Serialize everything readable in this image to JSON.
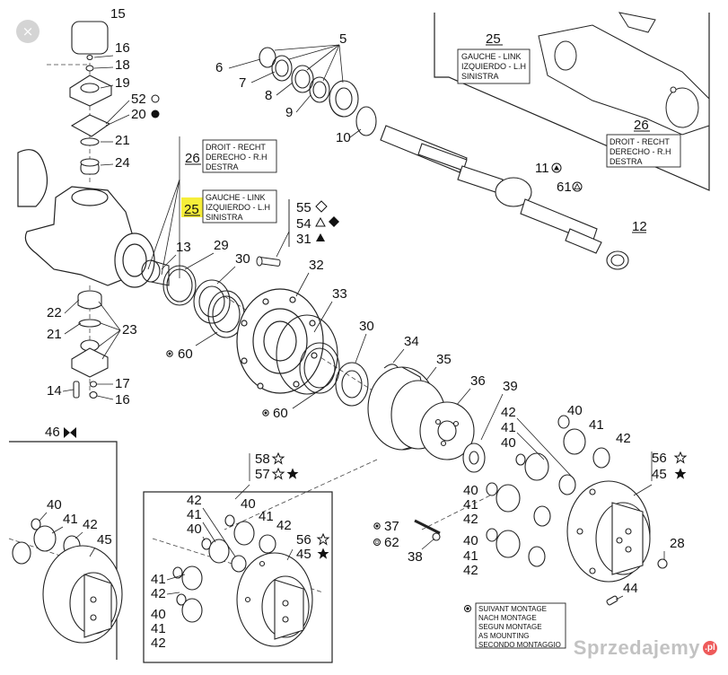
{
  "close_button": {
    "glyph": "×"
  },
  "watermark": {
    "text": "Sprzedajemy",
    "badge": ".pl"
  },
  "colors": {
    "line": "#222222",
    "highlight": "#f6ee3a",
    "watermark": "#8a8a8a",
    "badge": "#ee5a5a"
  },
  "labels": {
    "top_left_stack": {
      "p15": "15",
      "p16a": "16",
      "p18": "18",
      "p19": "19",
      "p52": "52",
      "p20": "20",
      "p21a": "21",
      "p24": "24"
    },
    "axle_inset": {
      "p25": "25",
      "p26": "26"
    },
    "seal_set": {
      "p5": "5",
      "p6": "6",
      "p7": "7",
      "p8": "8",
      "p9": "9",
      "p10": "10"
    },
    "shaft": {
      "p11": "11",
      "p61a": "61",
      "p12": "12"
    },
    "mid_left": {
      "p22": "22",
      "p21b": "21",
      "p23": "23",
      "p14": "14",
      "p17": "17",
      "p16b": "16"
    },
    "mid_center": {
      "p25b": "25",
      "p26b": "26",
      "p55": "55",
      "p54": "54",
      "p31": "31",
      "p13": "13",
      "p29": "29",
      "p30a": "30",
      "p32": "32",
      "p33": "33",
      "p30b": "30",
      "p34": "34",
      "p35": "35",
      "p36": "36",
      "p39": "39",
      "p60a": "60",
      "p60b": "60"
    },
    "right_planetary": {
      "p40a": "40",
      "p41a": "41",
      "p42a": "42",
      "p41b": "41",
      "p40b": "40",
      "p56": "56",
      "p45": "45",
      "p40c": "40",
      "p41c": "41",
      "p42b": "42",
      "p40d": "40",
      "p41d": "41",
      "p42c": "42",
      "p28": "28",
      "p44": "44",
      "p37": "37",
      "p62": "62",
      "p38": "38"
    },
    "bottom_left_box": {
      "p46": "46",
      "p40": "40",
      "p41": "41",
      "p42": "42",
      "p45": "45"
    },
    "bottom_center_box": {
      "p58": "58",
      "p57": "57",
      "p42a": "42",
      "p41a": "41",
      "p40a": "40",
      "p40b": "40",
      "p41b": "41",
      "p42b": "42",
      "p56": "56",
      "p45": "45",
      "p41c": "41",
      "p42c": "42",
      "p40c": "40",
      "p41d": "41",
      "p42d": "42"
    }
  },
  "notes": {
    "axle_right": [
      "GAUCHE - LINK",
      "IZQUIERDO - L.H",
      "SINISTRA"
    ],
    "axle_left": [
      "DROIT - RECHT",
      "DERECHO - R.H",
      "DESTRA"
    ],
    "mid_right": [
      "DROIT - RECHT",
      "DERECHO - R.H",
      "DESTRA"
    ],
    "mid_left": [
      "GAUCHE - LINK",
      "IZQUIERDO - L.H",
      "SINISTRA"
    ],
    "legend": [
      "SUIVANT MONTAGE",
      "NACH MONTAGE",
      "SEGUN MONTAGE",
      "AS MOUNTING",
      "SECONDO MONTAGGIO"
    ]
  },
  "icons": [
    "bullet-circle-icon",
    "open-circle-icon",
    "filled-circle-icon",
    "open-diamond-icon",
    "filled-diamond-icon",
    "open-triangle-icon",
    "filled-triangle-icon",
    "open-star-icon",
    "filled-star-icon",
    "bowtie-icon",
    "circled-triangle-icon"
  ]
}
